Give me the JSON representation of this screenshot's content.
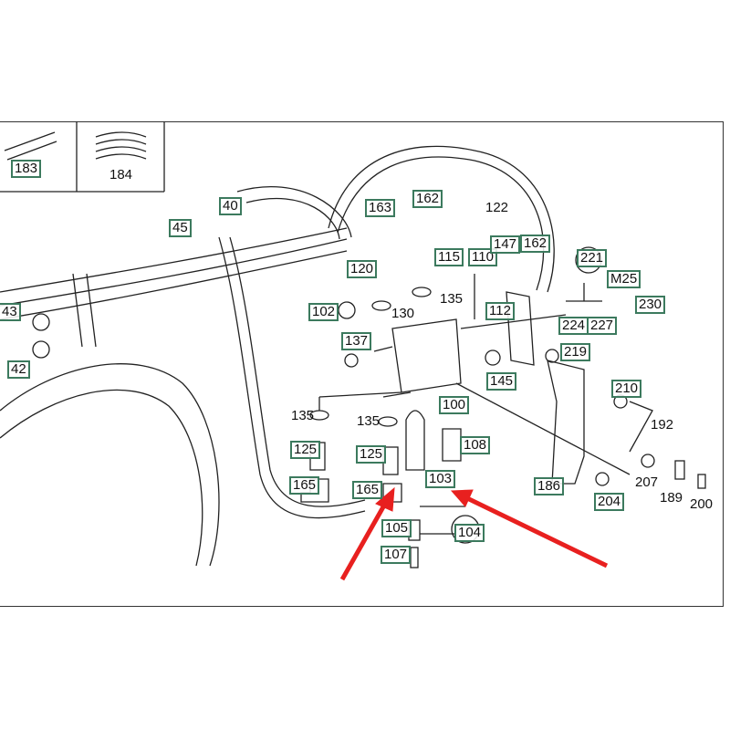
{
  "diagram": {
    "callouts_boxed": [
      "183",
      "40",
      "45",
      "163",
      "162",
      "115",
      "110",
      "147",
      "162",
      "221",
      "M25",
      "120",
      "43",
      "102",
      "112",
      "224",
      "227",
      "230",
      "42",
      "137",
      "219",
      "145",
      "100",
      "210",
      "125",
      "125",
      "108",
      "165",
      "165",
      "103",
      "186",
      "204",
      "105",
      "104",
      "107"
    ],
    "callouts_plain": [
      "184",
      "122",
      "135",
      "130",
      "135",
      "135",
      "192",
      "207",
      "189",
      "200"
    ],
    "highlight_color": "#e8201f",
    "box_color": "#3c7a5e",
    "highlighted_parts": [
      "165",
      "103"
    ]
  }
}
